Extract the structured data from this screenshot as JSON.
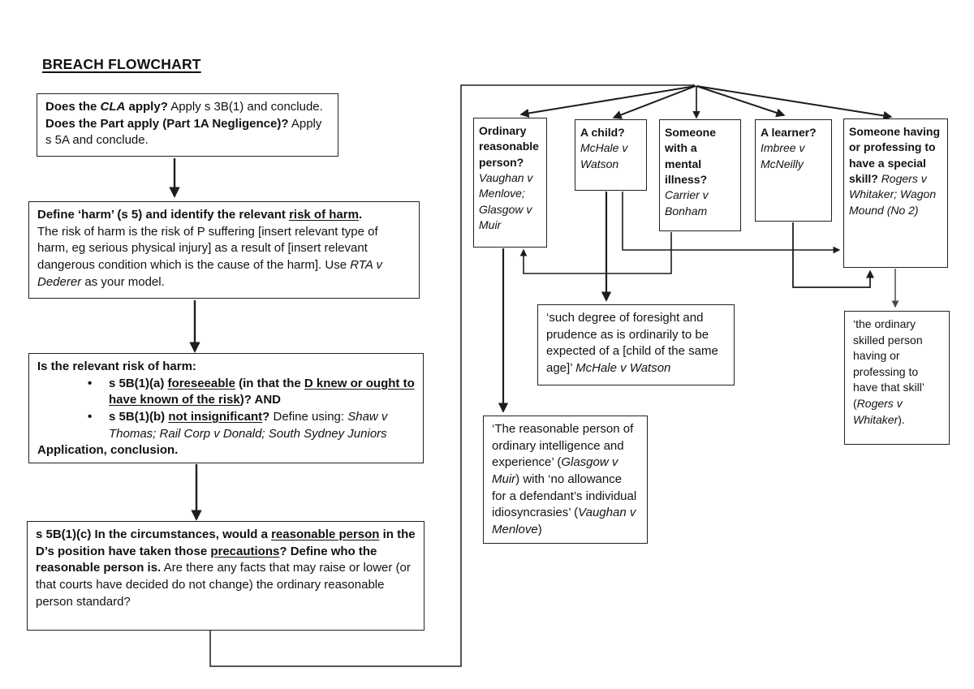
{
  "page": {
    "title": "BREACH FLOWCHART"
  },
  "flow": {
    "cla": {
      "segments": [
        {
          "t": "Does the ",
          "s": "b"
        },
        {
          "t": "CLA",
          "s": "b i"
        },
        {
          "t": " apply?",
          "s": "b"
        },
        {
          "t": " Apply s 3B(1) and conclude. ",
          "s": ""
        },
        {
          "t": "Does the Part apply (Part 1A Negligence)?",
          "s": "b"
        },
        {
          "t": " Apply s 5A and conclude.",
          "s": ""
        }
      ]
    },
    "harm": {
      "head_segments": [
        {
          "t": "Define ‘harm’ (s 5) and identify the relevant ",
          "s": "b"
        },
        {
          "t": "risk of harm",
          "s": "b u"
        },
        {
          "t": ".",
          "s": "b"
        }
      ],
      "body_segments": [
        {
          "t": "The risk of harm is the risk of P suffering [insert relevant type of harm, eg serious physical injury] as a result of [insert relevant dangerous condition which is the cause of the harm]. Use ",
          "s": ""
        },
        {
          "t": "RTA v Dederer",
          "s": "i"
        },
        {
          "t": " as your model.",
          "s": ""
        }
      ]
    },
    "risk": {
      "intro_segments": [
        {
          "t": "Is the relevant risk of harm:",
          "s": "b"
        }
      ],
      "bullets": [
        {
          "segments": [
            {
              "t": "s 5B(1)(a) ",
              "s": "b"
            },
            {
              "t": "foreseeable",
              "s": "b u"
            },
            {
              "t": " (in that the ",
              "s": "b"
            },
            {
              "t": "D knew or ought to have known of the risk",
              "s": "b u"
            },
            {
              "t": ")? AND",
              "s": "b"
            }
          ]
        },
        {
          "segments": [
            {
              "t": "s 5B(1)(b) ",
              "s": "b"
            },
            {
              "t": "not insignificant",
              "s": "b u"
            },
            {
              "t": "?",
              "s": "b"
            },
            {
              "t": " Define using: ",
              "s": ""
            },
            {
              "t": "Shaw v Thomas; Rail Corp v Donald; South Sydney Juniors",
              "s": "i"
            }
          ]
        }
      ],
      "outro_segments": [
        {
          "t": "Application, conclusion.",
          "s": "b"
        }
      ]
    },
    "reasonable": {
      "segments": [
        {
          "t": "s 5B(1)(c) In the circumstances, would a ",
          "s": "b"
        },
        {
          "t": "reasonable person",
          "s": "b u"
        },
        {
          "t": " in the D’s position have taken those ",
          "s": "b"
        },
        {
          "t": "precautions",
          "s": "b u"
        },
        {
          "t": "? Define who the reasonable person is.",
          "s": "b"
        },
        {
          "t": " Are there any facts that may raise or lower (or that courts have decided do not change) the ordinary reasonable person standard?",
          "s": ""
        }
      ]
    }
  },
  "standards": [
    {
      "segments": [
        {
          "t": "Ordinary reasonable person? ",
          "s": "b"
        },
        {
          "t": "Vaughan v Menlove; Glasgow v Muir",
          "s": "i"
        }
      ]
    },
    {
      "segments": [
        {
          "t": "A child? ",
          "s": "b"
        },
        {
          "t": "McHale v Watson",
          "s": "i"
        }
      ]
    },
    {
      "segments": [
        {
          "t": "Someone with a mental illness? ",
          "s": "b"
        },
        {
          "t": "Carrier v Bonham",
          "s": "i"
        }
      ]
    },
    {
      "segments": [
        {
          "t": "A learner? ",
          "s": "b"
        },
        {
          "t": "Imbree v McNeilly",
          "s": "i"
        }
      ]
    },
    {
      "segments": [
        {
          "t": "Someone having or professing to have a special skill? ",
          "s": "b"
        },
        {
          "t": "Rogers v Whitaker; Wagon Mound (No 2)",
          "s": "i"
        }
      ]
    }
  ],
  "quotes": {
    "child": {
      "segments": [
        {
          "t": "‘such degree of foresight and prudence as is ordinarily to be expected of a [child of the same age]’ ",
          "s": ""
        },
        {
          "t": "McHale v Watson",
          "s": "i"
        }
      ]
    },
    "ordinary": {
      "segments": [
        {
          "t": "‘The reasonable person of ordinary intelligence and experience’ (",
          "s": ""
        },
        {
          "t": "Glasgow v Muir",
          "s": "i"
        },
        {
          "t": ") with ‘no allowance for a defendant’s individual idiosyncrasies’ (",
          "s": ""
        },
        {
          "t": "Vaughan v Menlove",
          "s": "i"
        },
        {
          "t": ")",
          "s": ""
        }
      ]
    },
    "skilled": {
      "segments": [
        {
          "t": "‘the ordinary skilled person having or professing to have that skill’ (",
          "s": ""
        },
        {
          "t": "Rogers v Whitaker",
          "s": "i"
        },
        {
          "t": ").",
          "s": ""
        }
      ]
    }
  },
  "colors": {
    "ink": "#121212",
    "wire": "#1d1d1d",
    "wire_gray": "#4a4a4a"
  }
}
